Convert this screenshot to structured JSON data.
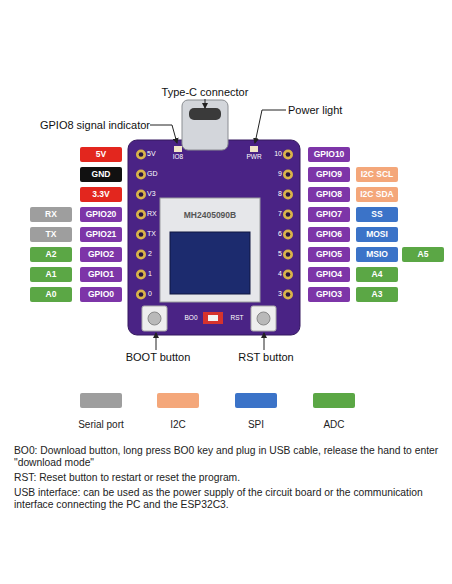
{
  "diagram": {
    "nodes": [
      {
        "text": [
          "5V"
        ]
      },
      {
        "text": [
          "GPIO10"
        ]
      },
      {
        "text": [
          "GND"
        ]
      },
      {
        "text": [
          "GPIO9"
        ]
      },
      {
        "text": [
          "I2C SCL"
        ]
      },
      {
        "text": [
          "3.3V"
        ]
      },
      {
        "text": [
          "GPIO8"
        ]
      },
      {
        "text": [
          "I2C SDA"
        ]
      },
      {
        "text": [
          "RX"
        ]
      },
      {
        "text": [
          "GPIO20"
        ]
      },
      {
        "text": [
          "GPIO7"
        ]
      },
      {
        "text": [
          "SS"
        ]
      },
      {
        "text": [
          "TX"
        ]
      },
      {
        "text": [
          "GPIO21"
        ]
      },
      {
        "text": [
          "GPIO6"
        ]
      },
      {
        "text": [
          "MOSI"
        ]
      },
      {
        "text": [
          "A2"
        ]
      },
      {
        "text": [
          "GPIO2"
        ]
      },
      {
        "text": [
          "GPIO5"
        ]
      },
      {
        "text": [
          "MSIO"
        ]
      },
      {
        "text": [
          "A5"
        ]
      },
      {
        "text": [
          "A1"
        ]
      },
      {
        "text": [
          "GPIO1"
        ]
      },
      {
        "text": [
          "GPIO4"
        ]
      },
      {
        "text": [
          "A4"
        ]
      },
      {
        "text": [
          "A0"
        ]
      },
      {
        "text": [
          "GPIO0"
        ]
      },
      {
        "text": [
          "GPIO3"
        ]
      },
      {
        "text": [
          "A3"
        ]
      }
    ],
    "labels": [
      "Type-C connector",
      "GPIO8 signal indicator",
      "Power light",
      "MH2405090B",
      "IO8",
      "PWR",
      "5V",
      "GD",
      "V3",
      "RX",
      "TX",
      "2",
      "1",
      "0",
      "10",
      "9",
      "8",
      "7",
      "6",
      "5",
      "4",
      "3",
      "BO0",
      "RST",
      "BOOT button",
      "RST button",
      "BO0: Download button, long press BO0 key and plug in USB cable, release the hand to enter \"download mode\"",
      "RST: Reset button to restart or reset the program.",
      "USB interface: can be used as the power supply of the circuit board or the communication interface connecting the PC and the ESP32C3."
    ],
    "legend": [
      {
        "text": "Serial port",
        "color": "#9e9e9e"
      },
      {
        "text": "I2C",
        "color": "#f4a77a"
      },
      {
        "text": "SPI",
        "color": "#3b73c8"
      },
      {
        "text": "ADC",
        "color": "#5ba745"
      }
    ]
  }
}
